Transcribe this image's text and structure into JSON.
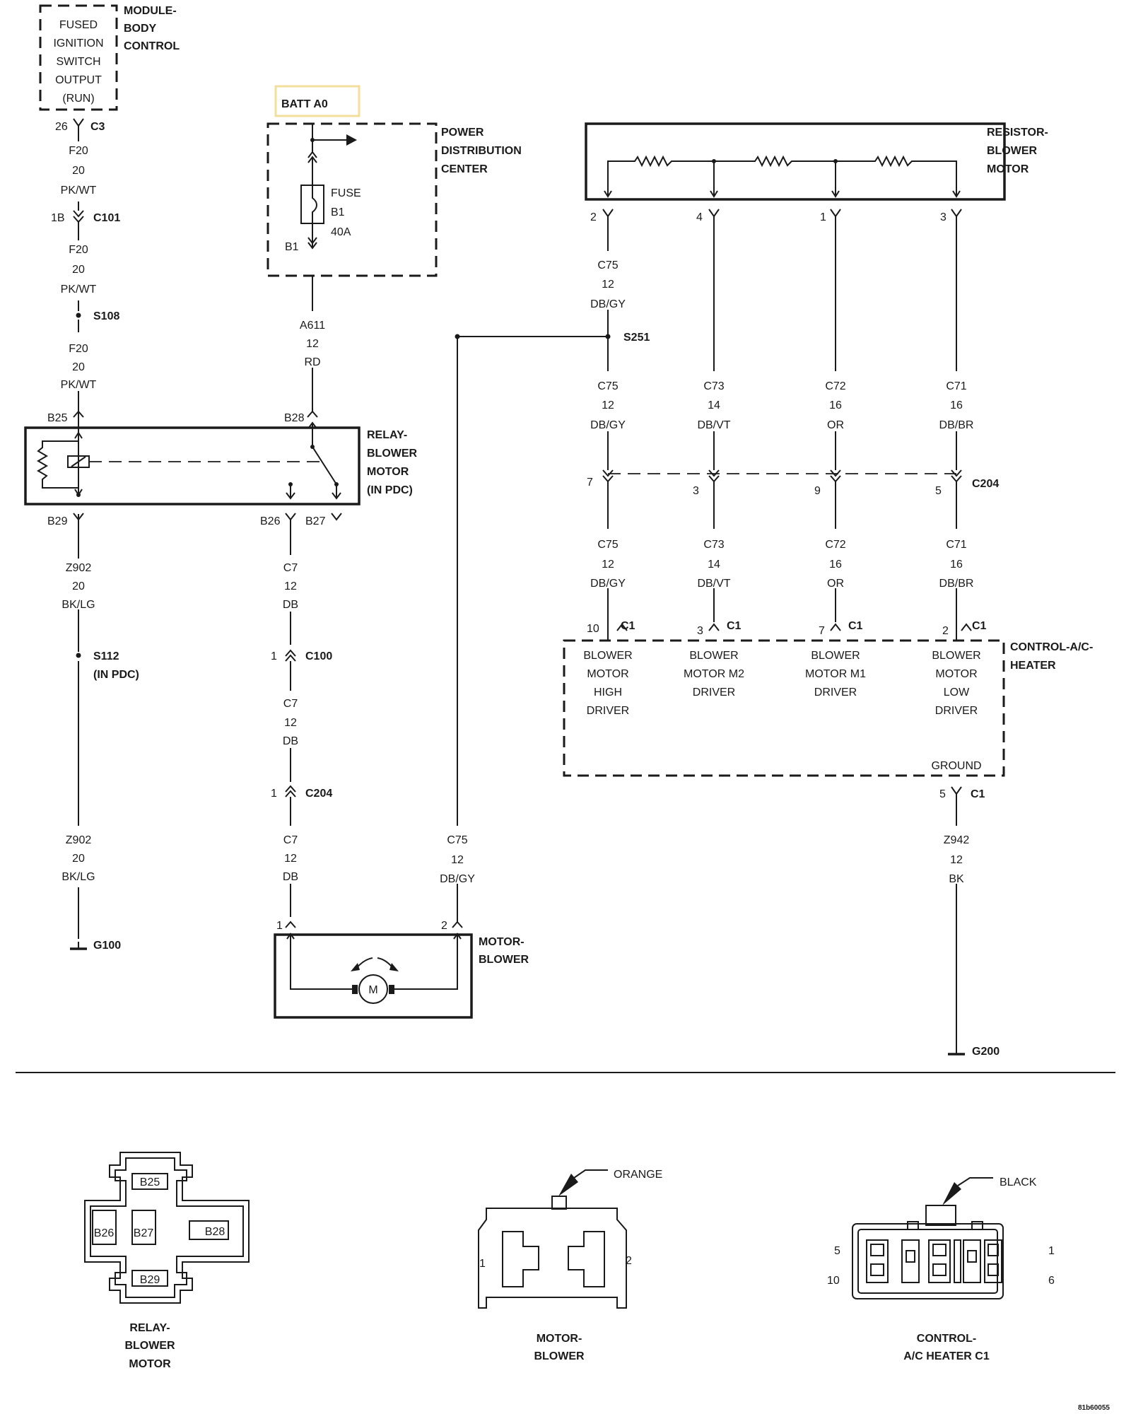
{
  "diagram_title": "",
  "module_body_control": {
    "name_lines": [
      "MODULE-",
      "BODY",
      "CONTROL"
    ],
    "box_lines": [
      "FUSED",
      "IGNITION",
      "SWITCH",
      "OUTPUT",
      "(RUN)"
    ],
    "pin": "26",
    "connector": "C3"
  },
  "wire_f20": {
    "circuit": "F20",
    "gauge": "20",
    "color": "PK/WT"
  },
  "c101": {
    "pin": "1B",
    "connector": "C101"
  },
  "s108": "S108",
  "batt": "BATT A0",
  "pdc": {
    "name_lines": [
      "POWER",
      "DISTRIBUTION",
      "CENTER"
    ],
    "fuse_lines": [
      "FUSE",
      "B1",
      "40A"
    ],
    "cavity": "B1"
  },
  "wire_a611": {
    "circuit": "A611",
    "gauge": "12",
    "color": "RD"
  },
  "relay": {
    "name_lines": [
      "RELAY-",
      "BLOWER",
      "MOTOR",
      "(IN PDC)"
    ],
    "pins": {
      "b25": "B25",
      "b28": "B28",
      "b29": "B29",
      "b26": "B26",
      "b27": "B27"
    }
  },
  "wire_z902": {
    "circuit": "Z902",
    "gauge": "20",
    "color": "BK/LG"
  },
  "s112": [
    "S112",
    "(IN PDC)"
  ],
  "g100": "G100",
  "wire_c7": {
    "circuit": "C7",
    "gauge": "12",
    "color": "DB"
  },
  "c100": {
    "pin": "1",
    "connector": "C100"
  },
  "c204_left": {
    "pin": "1",
    "connector": "C204"
  },
  "wire_c75": {
    "circuit": "C75",
    "gauge": "12",
    "color": "DB/GY"
  },
  "motor": {
    "name_lines": [
      "MOTOR-",
      "BLOWER"
    ],
    "pin1": "1",
    "pin2": "2",
    "symbol": "M"
  },
  "resistor": {
    "name_lines": [
      "RESISTOR-",
      "BLOWER",
      "MOTOR"
    ],
    "pins": [
      "2",
      "4",
      "1",
      "3"
    ]
  },
  "s251": "S251",
  "wire_c73": {
    "circuit": "C73",
    "gauge": "14",
    "color": "DB/VT"
  },
  "wire_c72": {
    "circuit": "C72",
    "gauge": "16",
    "color": "OR"
  },
  "wire_c71": {
    "circuit": "C71",
    "gauge": "16",
    "color": "DB/BR"
  },
  "c204_right": {
    "pins": [
      "7",
      "3",
      "9",
      "5"
    ],
    "connector": "C204"
  },
  "c1": {
    "pins": [
      "10",
      "3",
      "7",
      "2"
    ],
    "connector": "C1",
    "ground_pin": "5"
  },
  "control": {
    "name_lines": [
      "CONTROL-A/C-",
      "HEATER"
    ],
    "drivers": [
      [
        "BLOWER",
        "MOTOR",
        "HIGH",
        "DRIVER"
      ],
      [
        "BLOWER",
        "MOTOR M2",
        "DRIVER"
      ],
      [
        "BLOWER",
        "MOTOR M1",
        "DRIVER"
      ],
      [
        "BLOWER",
        "MOTOR",
        "LOW",
        "DRIVER"
      ]
    ],
    "ground": "GROUND"
  },
  "wire_z942": {
    "circuit": "Z942",
    "gauge": "12",
    "color": "BK"
  },
  "g200": "G200",
  "conn_relay": {
    "cavities": [
      "B25",
      "B26",
      "B27",
      "B28",
      "B29"
    ],
    "caption": [
      "RELAY-",
      "BLOWER",
      "MOTOR"
    ]
  },
  "conn_motor": {
    "color_label": "ORANGE",
    "pin_left": "1",
    "pin_right": "2",
    "caption": [
      "MOTOR-",
      "BLOWER"
    ]
  },
  "conn_control": {
    "color_label": "BLACK",
    "pins": {
      "top_left": "5",
      "bottom_left": "10",
      "top_right": "1",
      "bottom_right": "6"
    },
    "caption": [
      "CONTROL-",
      "A/C HEATER C1"
    ]
  },
  "figure_id": "81b60055"
}
